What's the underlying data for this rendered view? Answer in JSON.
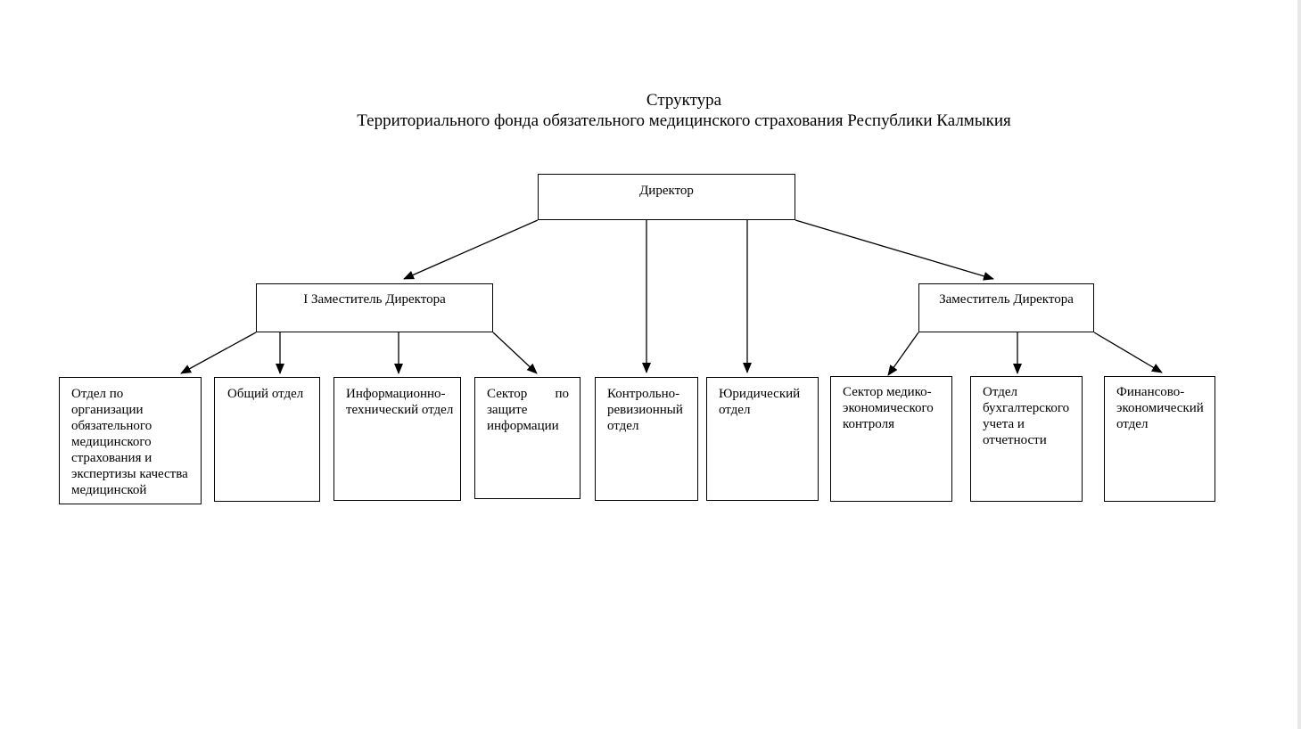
{
  "title": {
    "line1": "Структура",
    "line2": "Территориального фонда обязательного медицинского страхования Республики Калмыкия"
  },
  "boxes": {
    "director": "Директор",
    "deputy_first": "I Заместитель Директора",
    "deputy": "Заместитель Директора",
    "oms_dept": "Отдел по организации обязательного медицинского страхования и экспертизы качества медицинской",
    "general_dept": "Общий отдел",
    "it_dept": "Информационно-технический отдел",
    "security_sector": "Сектор по защите информации",
    "audit_dept": "Контрольно-ревизионный отдел",
    "legal_dept": "Юридический отдел",
    "med_econ_sector": "Сектор медико-экономического контроля",
    "accounting_dept": "Отдел бухгалтерского учета и отчетности",
    "finance_dept": "Финансово-экономический отдел"
  }
}
